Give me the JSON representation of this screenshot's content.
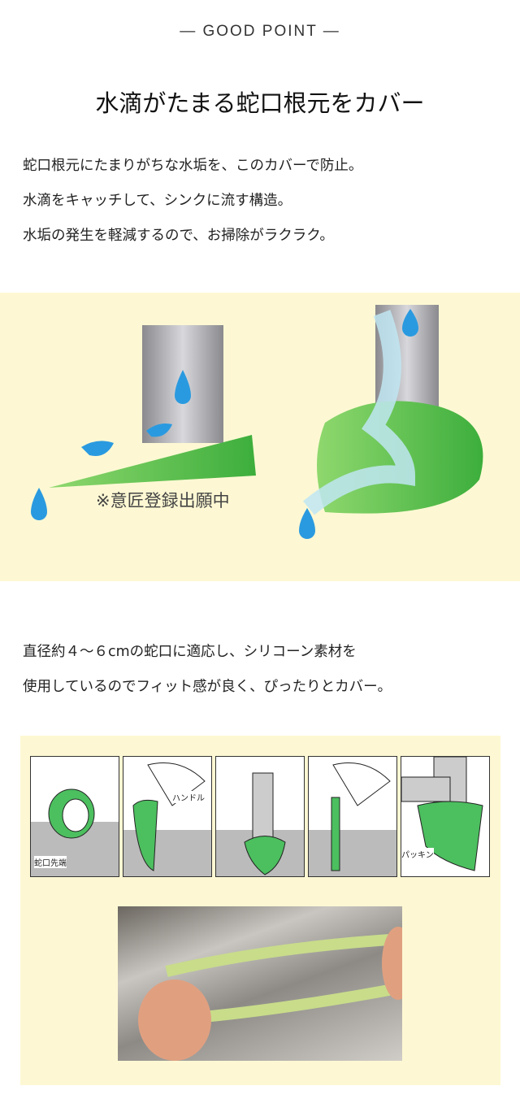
{
  "eyebrow": "—  GOOD POINT  —",
  "heading": "水滴がたまる蛇口根元をカバー",
  "intro": [
    "蛇口根元にたまりがちな水垢を、このカバーで防止。",
    "水滴をキャッチして、シンクに流す構造。",
    "水垢の発生を軽減するので、お掃除がラクラク。"
  ],
  "illustration": {
    "note": "※意匠登録出願中"
  },
  "fit": [
    "直径約４～６cmの蛇口に適応し、シリコーン素材を",
    "使用しているのでフィット感が良く、ぴったりとカバー。"
  ],
  "steps": {
    "label_tip": "蛇口先端",
    "label_handle": "ハンドル",
    "label_packing": "パッキン"
  },
  "colors": {
    "yellow": "#fdf8d3",
    "green": "#4cbf5f",
    "water": "#2a9ae0"
  }
}
